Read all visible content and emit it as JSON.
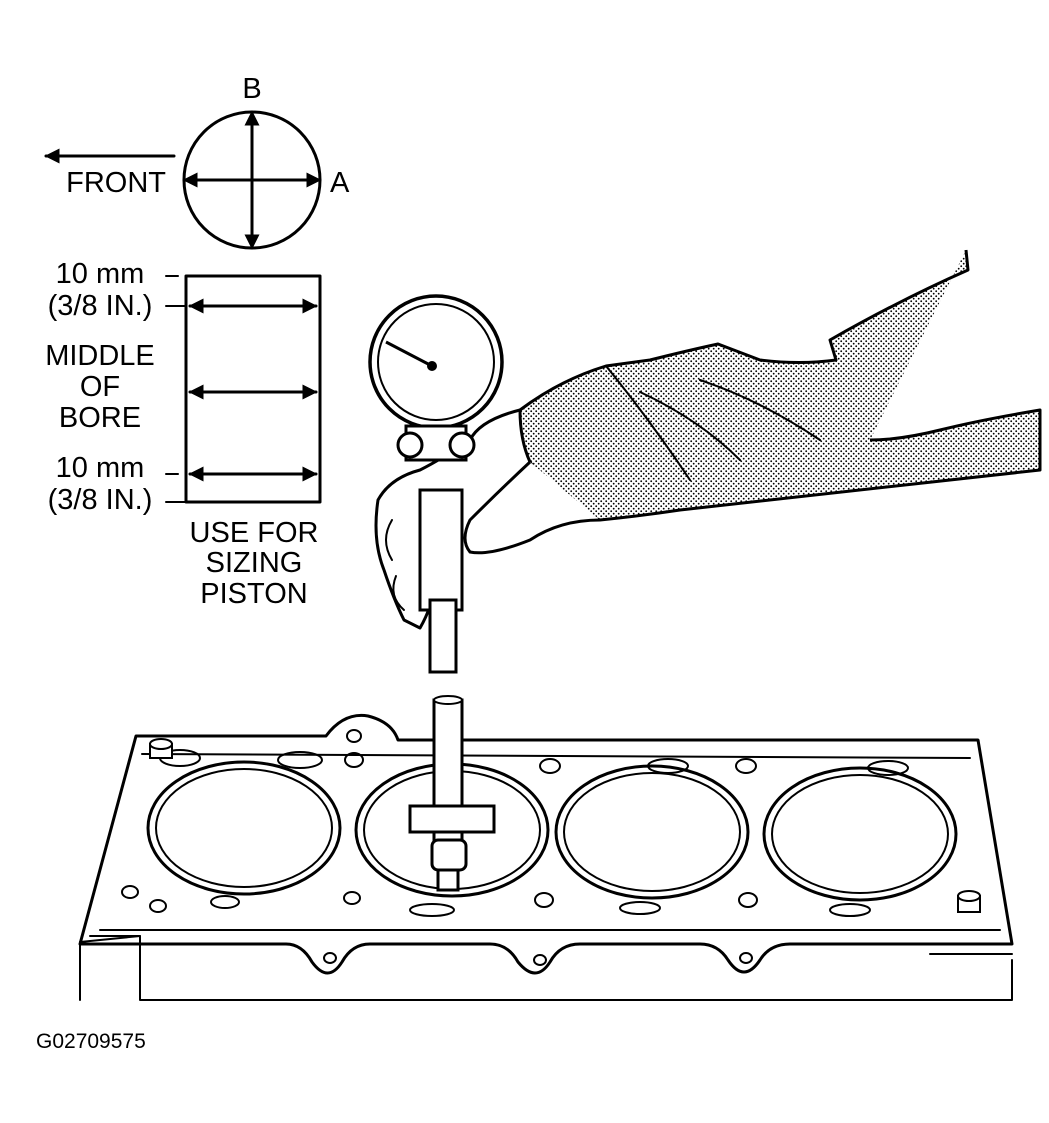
{
  "compass": {
    "top_label": "B",
    "right_label": "A",
    "front_label": "FRONT"
  },
  "bore_diagram": {
    "top_dim_line1": "10 mm",
    "top_dim_line2": "(3/8 IN.)",
    "middle_line1": "MIDDLE",
    "middle_line2": "OF",
    "middle_line3": "BORE",
    "bottom_dim_line1": "10 mm",
    "bottom_dim_line2": "(3/8 IN.)",
    "note_line1": "USE FOR",
    "note_line2": "SIZING",
    "note_line3": "PISTON"
  },
  "figure_code": "G02709575"
}
